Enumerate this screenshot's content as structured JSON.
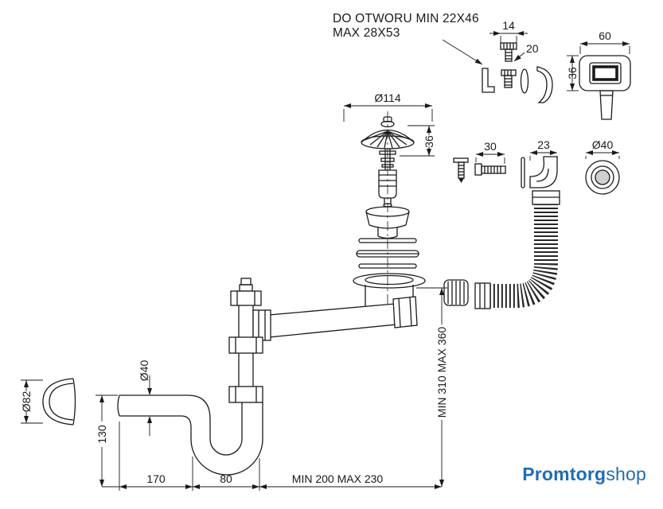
{
  "note": {
    "line1": "DO OTWORU MIN 22X46",
    "line2": "MAX 28X53"
  },
  "dims": {
    "screw_head": "14",
    "screw_len": "20",
    "overflow_w": "60",
    "overflow_h": "36",
    "strainer_d": "Ø114",
    "strainer_h": "36",
    "bolt_len": "30",
    "elbow_w": "23",
    "nut_d": "Ø40",
    "pipe_d": "Ø40",
    "cover_d": "Ø82",
    "outlet_h": "130",
    "outlet_len": "170",
    "trap_w": "80",
    "reach": "MIN 200 MAX 230",
    "height_range": "MIN 310 MAX 360"
  },
  "logo": {
    "primary": "Promtorg",
    "secondary": "shop"
  },
  "colors": {
    "line": "#1a1a1a",
    "logo_blue": "#1e6db3"
  }
}
